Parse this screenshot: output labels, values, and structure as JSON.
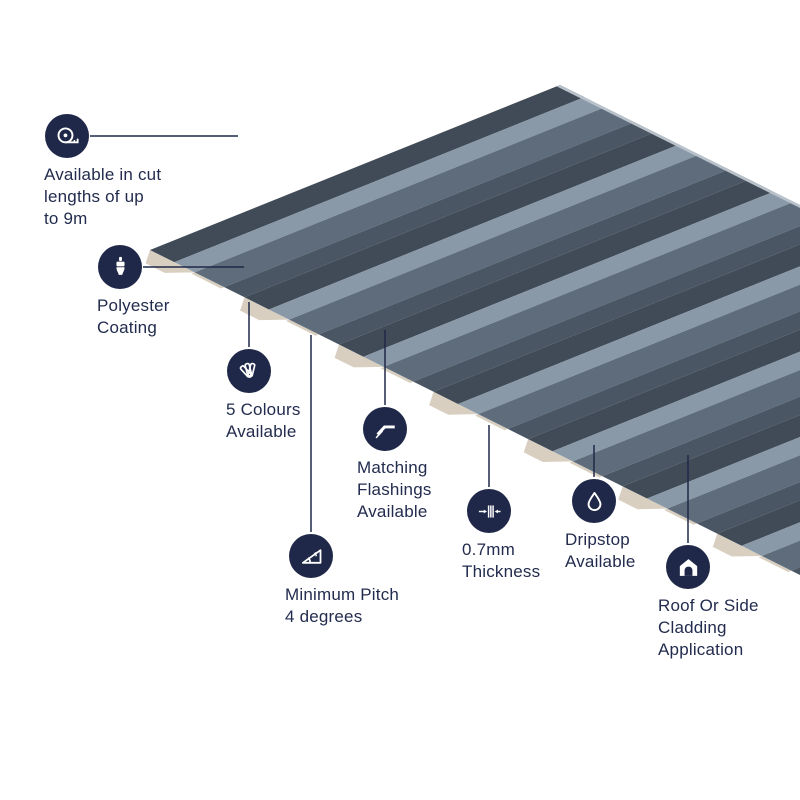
{
  "colors": {
    "navy": "#1f2848",
    "text": "#232c4e",
    "line": "#1f2848",
    "sheet_top": "#404b57",
    "sheet_light": "#8a99a8",
    "sheet_valley": "#5e6c7b",
    "sheet_shade": "#4a5663",
    "edge_cream": "#d9cfc0",
    "edge_far": "#b9c2cb",
    "background": "#ffffff"
  },
  "product": {
    "name": "Box profile roofing sheet",
    "sheet_colour_name": "Slate Blue"
  },
  "callouts": [
    {
      "id": "cut-lengths",
      "icon": "tape-measure-icon",
      "lines": [
        "Available in cut",
        "lengths of up",
        "to 9m"
      ]
    },
    {
      "id": "polyester-coating",
      "icon": "paintbrush-icon",
      "lines": [
        "Polyester",
        "Coating"
      ]
    },
    {
      "id": "colours",
      "icon": "colour-fan-icon",
      "lines": [
        "5 Colours",
        "Available"
      ]
    },
    {
      "id": "flashings",
      "icon": "flashing-icon",
      "lines": [
        "Matching",
        "Flashings",
        "Available"
      ]
    },
    {
      "id": "pitch",
      "icon": "pitch-angle-icon",
      "lines": [
        "Minimum Pitch",
        "4 degrees"
      ]
    },
    {
      "id": "thickness",
      "icon": "thickness-icon",
      "lines": [
        "0.7mm",
        "Thickness"
      ]
    },
    {
      "id": "dripstop",
      "icon": "droplet-icon",
      "lines": [
        "Dripstop",
        "Available"
      ]
    },
    {
      "id": "cladding",
      "icon": "house-icon",
      "lines": [
        "Roof Or Side",
        "Cladding",
        "Application"
      ]
    }
  ]
}
